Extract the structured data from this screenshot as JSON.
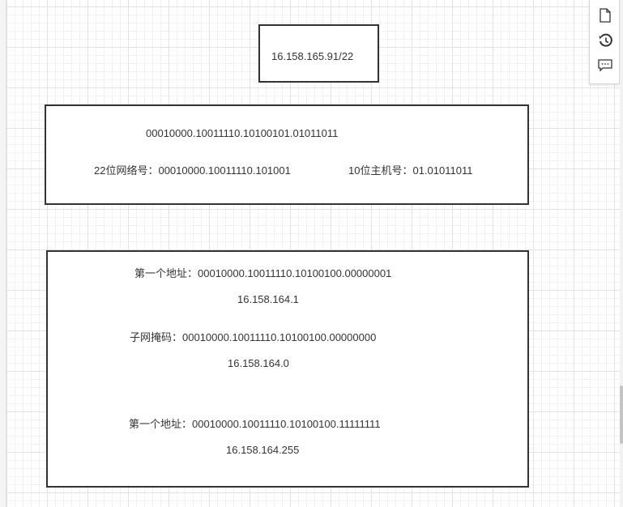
{
  "diagram": {
    "ip_box": {
      "text": "16.158.165.91/22"
    },
    "binary_box": {
      "binary_ip": "00010000.10011110.10100101.01011011",
      "network_part": "22位网络号：00010000.10011110.101001",
      "host_part": "10位主机号：01.01011011"
    },
    "result_box": {
      "first_address_binary": "第一个地址：00010000.10011110.10100100.00000001",
      "first_address_decimal": "16.158.164.1",
      "subnet_mask_binary": "子网掩码：00010000.10011110.10100100.00000000",
      "subnet_mask_decimal": "16.158.164.0",
      "last_address_binary": "第一个地址：00010000.10011110.10100100.11111111",
      "last_address_decimal": "16.158.164.255"
    }
  },
  "toolbar": {
    "items": [
      {
        "icon": "page-icon"
      },
      {
        "icon": "history-icon"
      },
      {
        "icon": "comment-icon"
      }
    ]
  },
  "colors": {
    "stroke": "#333333",
    "grid": "#e2e2e2",
    "text": "#333333"
  }
}
